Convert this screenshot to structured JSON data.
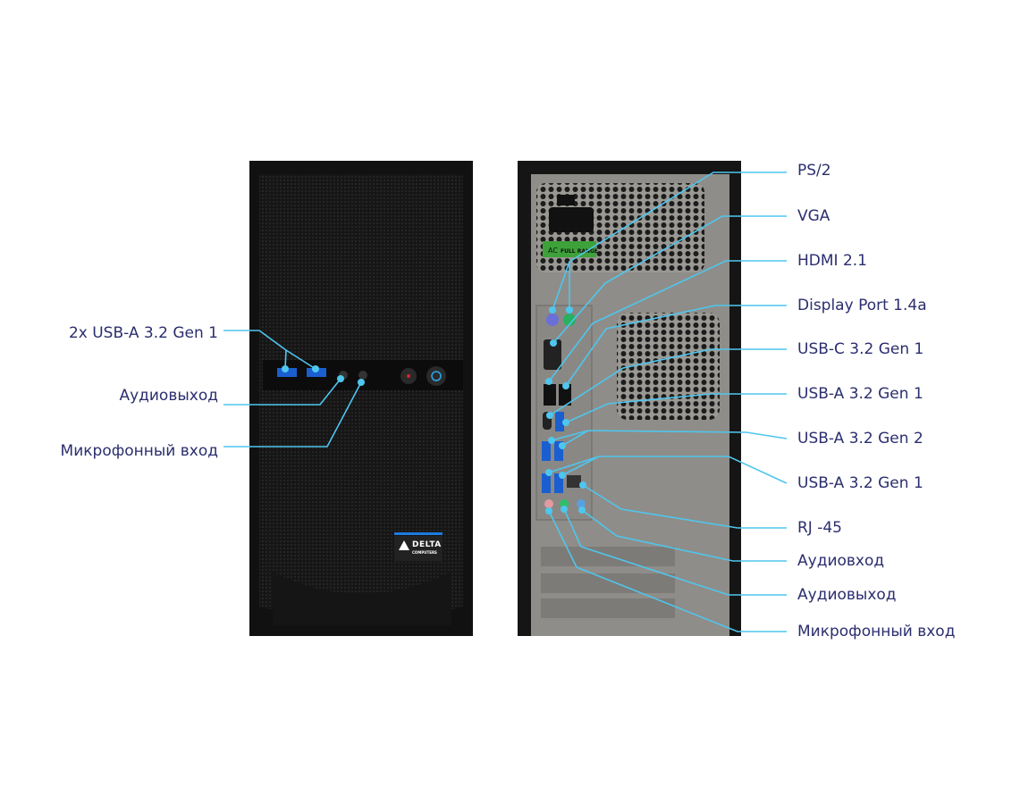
{
  "front": {
    "labels": [
      "2x USB-A 3.2 Gen 1",
      "Аудиовыход",
      "Микрофонный вход"
    ],
    "logo": {
      "name": "DELTA",
      "sub": "COMPUTERS"
    }
  },
  "rear": {
    "labels": [
      "PS/2",
      "VGA",
      "HDMI 2.1",
      "Display Port 1.4a",
      "USB-C 3.2 Gen 1",
      "USB-A 3.2 Gen 1",
      "USB-A 3.2 Gen 2",
      "USB-A 3.2 Gen 1",
      "RJ -45",
      "Аудиовход",
      "Аудиовыход",
      "Микрофонный вход"
    ],
    "psu_sticker": {
      "ac": "AC",
      "text": "FULL RANGE"
    }
  },
  "colors": {
    "leader": "#4fc6ee",
    "label": "#2b2e6e",
    "case": "#1a1a1a",
    "panel": "#8c8a86"
  }
}
